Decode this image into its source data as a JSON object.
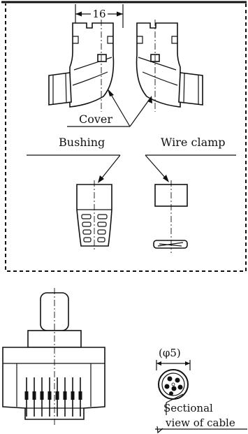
{
  "labels": {
    "dimension_width": "16",
    "cover": "Cover",
    "bushing": "Bushing",
    "wire_clamp": "Wire clamp",
    "cable_diameter": "(φ5)",
    "sectional_line1": "Sectional",
    "sectional_line2": "view of cable"
  }
}
